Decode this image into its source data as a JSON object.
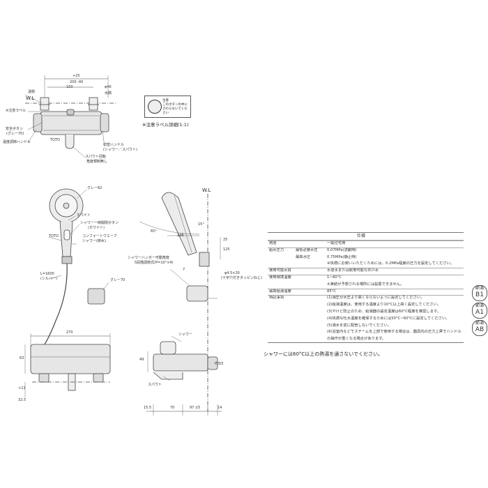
{
  "top_view": {
    "wl": "W.L",
    "dim_plus25": "+25",
    "dim_200_40": "200 -40",
    "dim_150": "150",
    "dim_phi46": "φ46",
    "hot_water": "湯側",
    "cold_water": "水側",
    "caution_label": "※注意ラベル",
    "safety_button": "安全ボタン",
    "safety_button_color": "(グレー70)",
    "temp_handle": "温度調節ハンドル",
    "toto": "TOTO",
    "switch_handle": "切替ハンドル",
    "switch_handle_sub": "(シャワー／スパウト)",
    "spout_rotation": "スパウト回転",
    "spout_rotation_sub": "角度規制無し"
  },
  "label_detail": {
    "caption": "※注意ラベル詳細(1:1)",
    "title": "注意",
    "line1": "このボタンの中に",
    "line2": "さわらないでください"
  },
  "shower_head": {
    "grey82": "グレー82",
    "white": "ホワイト",
    "stop_button": "シャワー一時開閉ボタン",
    "stop_button_color": "(ホワイト)",
    "toto": "TOTO",
    "comfort_wave": "コンフォートウエーブ",
    "comfort_wave_sub": "シャワー(節水)",
    "hose_length": "L=1600",
    "hose_color": "(シルバー)",
    "grey70": "グレー70"
  },
  "side_view": {
    "wl": "W.L",
    "angle_15": "15°",
    "angle_65": "65°",
    "dim_148": "148",
    "dim_25": "25",
    "dim_125": "125",
    "hanger_label": "シャワーハンガー可動角度",
    "hanger_sub": "5段階調節式(P=10°×4)",
    "screw": "φ4.5×30",
    "screw_sub": "(十字穴付きタッピンねじ)",
    "dim_7": "7"
  },
  "front_view": {
    "dim_270": "270",
    "dim_63": "63",
    "dim_11": "+11",
    "dim_32_5": "32.5",
    "shower": "シャワー",
    "spout": "スパウト",
    "pj": "PJ1/2",
    "dim_49": "49",
    "dim_15_5": "15.5",
    "dim_70": "70",
    "dim_97": "97 ±5",
    "dim_14": "14"
  },
  "spec_table": {
    "header": "仕様",
    "rows": [
      {
        "key": "用途",
        "sub": "",
        "value": "一般住宅用"
      },
      {
        "key": "給水圧力",
        "sub": "最低必要水圧",
        "value": "0.07MPa(流動時)"
      },
      {
        "key": "",
        "sub": "最高水圧",
        "value": "0.75MPa(静止時)"
      },
      {
        "key": "",
        "sub": "",
        "value": "※快適にお使いいただくためには、0.2MPa程度の圧力を設定してください。"
      },
      {
        "key": "使用可能水質",
        "sub": "",
        "value": "水道水または飲用可能な井戸水"
      },
      {
        "key": "使用環境温度",
        "sub": "",
        "value": "1~40°C"
      },
      {
        "key": "",
        "sub": "",
        "value": "※凍結が予想される場所には設置できません。"
      },
      {
        "key": "最高給湯温度",
        "sub": "",
        "value": "85°C"
      },
      {
        "key": "特記事項",
        "sub": "",
        "value": "(1)湯圧が水圧より高くならないように設定してください。"
      },
      {
        "key": "",
        "sub": "",
        "value": "(2)給湯温度は、使用する温度より10°C以上高く設定してください。"
      },
      {
        "key": "",
        "sub": "",
        "value": "(3)やけど防止のため、給湯器の設定温度は60°C程度を推奨します。"
      },
      {
        "key": "",
        "sub": "",
        "value": "(4)快適な吐水温度を確保するためには50°C~60°Cに設定してください。"
      },
      {
        "key": "",
        "sub": "",
        "value": "(5)湯水を逆に配管しないでください。"
      },
      {
        "key": "",
        "sub": "",
        "value": "(6)浴室内などでスチームを上部で使用する場合は、器具内の圧力上昇でハンドル"
      },
      {
        "key": "",
        "sub": "",
        "value": "の操作が重くなる場合があります。"
      }
    ]
  },
  "badges": [
    {
      "top": "節湯",
      "code": "B1"
    },
    {
      "top": "節湯",
      "code": "A1"
    },
    {
      "top": "節湯",
      "code": "AB"
    }
  ],
  "warning": "シャワーには60°C以上の熱湯を通さないでください。"
}
